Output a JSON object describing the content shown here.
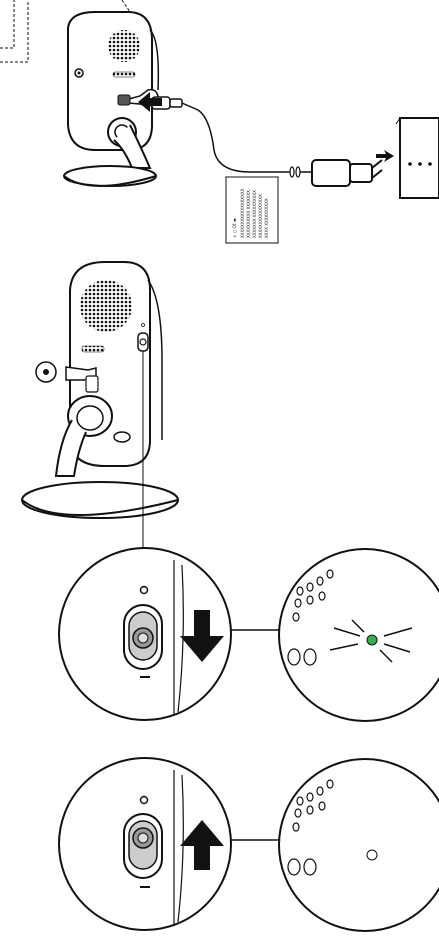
{
  "diagram": {
    "colors": {
      "line": "#111111",
      "fill": "#ffffff",
      "led_on": "#2db34a",
      "led_off": "#ffffff"
    },
    "icons": {
      "arrow_down": "arrow-down-icon",
      "arrow_up": "arrow-up-icon",
      "power_adapter": "power-adapter-icon",
      "wall_outlet": "wall-outlet-icon",
      "camera": "camera-icon"
    },
    "adapter_label": {
      "marks": "⚠ ◻ C€ ▬",
      "lines": [
        "XXXXXXXXXXXXXXXXXX",
        "XXXXXXXXXX XXXXXXX",
        "XXXXXXX XXXXXXXXXX",
        "XXXXXXXXXXXXXXXX",
        "XXXX XXXXXXXXXX"
      ]
    },
    "steps": [
      {
        "id": "connect-power",
        "description": "Connect adapter to camera and wall outlet"
      },
      {
        "id": "switch-on",
        "direction": "down",
        "led": "on"
      },
      {
        "id": "switch-off",
        "direction": "up",
        "led": "off"
      }
    ]
  }
}
